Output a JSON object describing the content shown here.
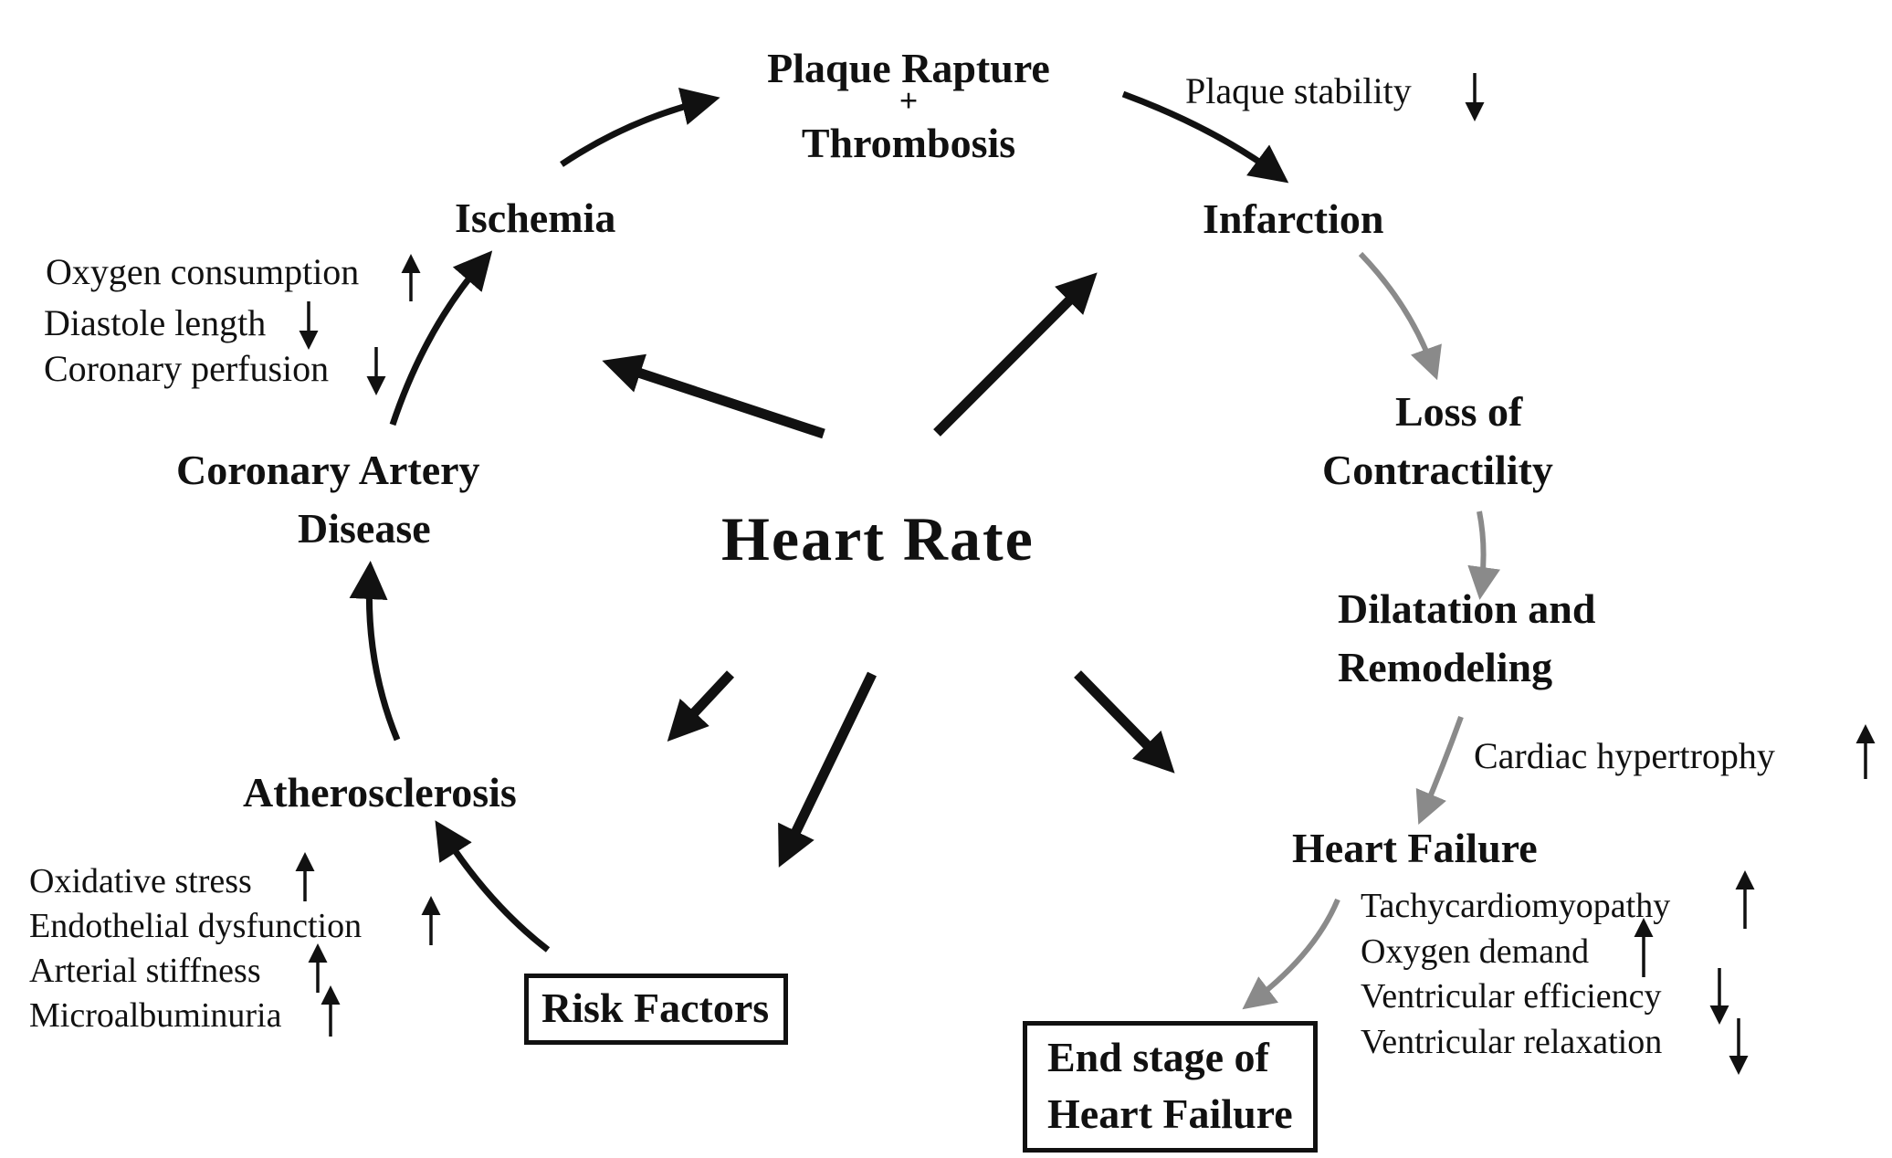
{
  "center": "Heart Rate",
  "nodes": {
    "plaque_rupture": "Plaque Rapture",
    "plus": "+",
    "thrombosis": "Thrombosis",
    "infarction": "Infarction",
    "loss_contractility_1": "Loss of",
    "loss_contractility_2": "Contractility",
    "dilatation_1": "Dilatation and",
    "dilatation_2": "Remodeling",
    "heart_failure": "Heart Failure",
    "end_stage_1": "End stage of",
    "end_stage_2": "Heart Failure",
    "risk_factors": "Risk Factors",
    "atherosclerosis": "Atherosclerosis",
    "cad_1": "Coronary Artery",
    "cad_2": "Disease",
    "ischemia": "Ischemia"
  },
  "notes": {
    "plaque_stability": "Plaque stability",
    "cardiac_hypertrophy": "Cardiac hypertrophy",
    "oxygen_consumption": "Oxygen consumption",
    "diastole_length": "Diastole length",
    "coronary_perfusion": "Coronary perfusion",
    "oxidative_stress": "Oxidative stress",
    "endothelial_dysfunction": "Endothelial dysfunction",
    "arterial_stiffness": "Arterial stiffness",
    "microalbuminuria": "Microalbuminuria",
    "tachycardiomyopathy": "Tachycardiomyopathy",
    "oxygen_demand": "Oxygen demand",
    "ventricular_efficiency": "Ventricular efficiency",
    "ventricular_relaxation": "Ventricular relaxation"
  },
  "colors": {
    "dark_arrow": "#111111",
    "gray_arrow": "#8a8a8a"
  }
}
